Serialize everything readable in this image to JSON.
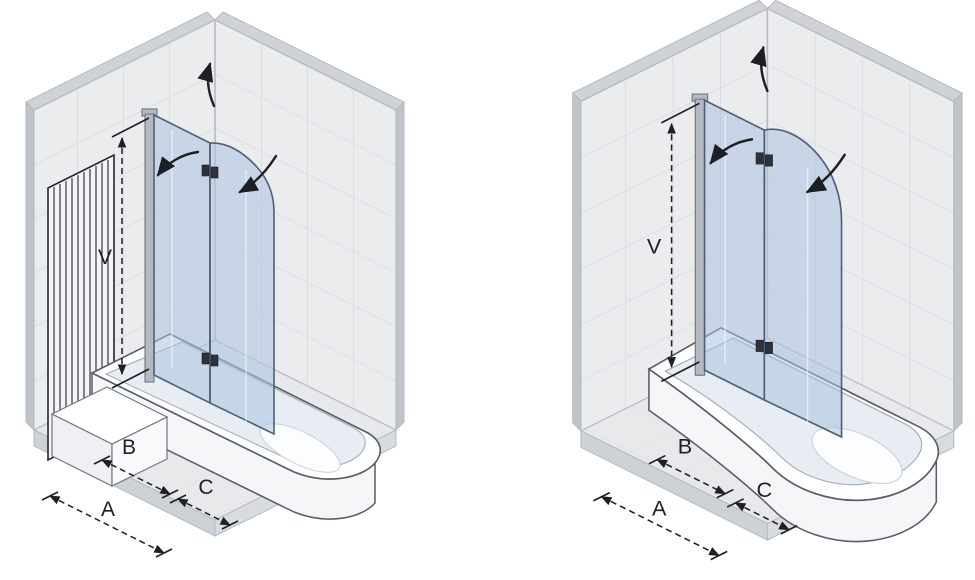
{
  "left": {
    "labels": {
      "v": "V",
      "b": "B",
      "c": "C",
      "a": "A"
    }
  },
  "right": {
    "labels": {
      "v": "V",
      "b": "B",
      "c": "C",
      "a": "A"
    }
  },
  "colors": {
    "ink": "#1c1f23",
    "tile": "#eaecee",
    "grout": "#d6dade",
    "floor": "#e7e9eb",
    "floor_grout": "#dcdfe2",
    "glass": "#a9c2e0",
    "glass_edge": "#4f6076",
    "profile": "#b3bac2",
    "tub_line": "#565d67",
    "basin": "#e8edf3",
    "white": "#ffffff"
  }
}
